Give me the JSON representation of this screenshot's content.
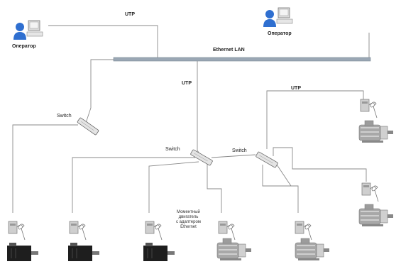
{
  "labels": {
    "operator_left": "Оператор",
    "operator_right": "Оператор",
    "utp_top": "UTP",
    "ethernet_lan": "Ethernet LAN",
    "utp_mid": "UTP",
    "utp_right": "UTP",
    "switch_left": "Switch",
    "switch_center": "Switch",
    "switch_right": "Switch",
    "motor_note_line1": "Моментный",
    "motor_note_line2": "двигатель",
    "motor_note_line3": "с адаптером",
    "motor_note_line4": "Ethernet"
  },
  "colors": {
    "line": "#8a8a8a",
    "lan_bar": "#9aa7b4",
    "person_blue": "#2f6fd0",
    "device_gray": "#bfbfbf",
    "motor_dark": "#1e1e1e"
  },
  "icons": [
    "operator-person-icon",
    "computer-icon",
    "network-switch-icon",
    "drive-controller-icon",
    "electric-motor-icon",
    "servo-motor-icon"
  ]
}
